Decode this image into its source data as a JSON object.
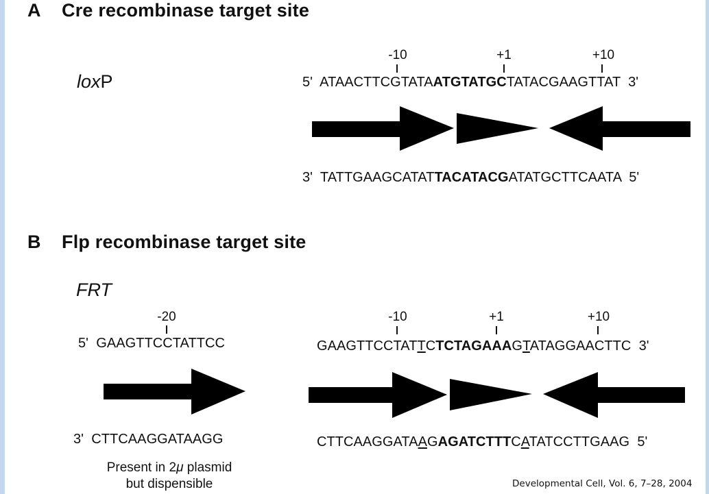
{
  "panel_a": {
    "letter": "A",
    "title": "Cre recombinase target site",
    "site_name_italic": "lox",
    "site_name_plain": "P",
    "top_strand": {
      "prime_left": "5'",
      "seg1": "ATAACTTCGTATA",
      "bold": "ATGTATGC",
      "seg2": "TATACGAAGTTAT",
      "prime_right": "3'"
    },
    "bottom_strand": {
      "prime_left": "3'",
      "seg1": "TATTGAAGCATAT",
      "bold": "TACATACG",
      "seg2": "ATATGCTTCAATA",
      "prime_right": "5'"
    },
    "position_labels": [
      "-10",
      "+1",
      "+10"
    ],
    "arrows": [
      "inverted-repeat-left",
      "spacer",
      "inverted-repeat-right"
    ]
  },
  "panel_b": {
    "letter": "B",
    "title": "Flp recombinase target site",
    "site_name": "FRT",
    "extra_element": {
      "position_label": "-20",
      "top_strand": {
        "prime_left": "5'",
        "seq": "GAAGTTCCTATTCC"
      },
      "bottom_strand": {
        "prime_left": "3'",
        "seq": "CTTCAAGGATAAGG"
      },
      "note_line1_pre": "Present in 2",
      "note_line1_mu": "μ",
      "note_line1_post": " plasmid",
      "note_line2": "but dispensible"
    },
    "core": {
      "position_labels": [
        "-10",
        "+1",
        "+10"
      ],
      "top_strand": {
        "seg1": "GAAGTTCCTAT",
        "u1": "T",
        "seg2": "C",
        "bold": "TCTAGAAA",
        "seg3": "G",
        "u2": "T",
        "seg4": "ATAGGAACTTC",
        "prime_right": "3'"
      },
      "bottom_strand": {
        "seg1": "CTTCAAGGATA",
        "u1": "A",
        "seg2": "G",
        "bold": "AGATCTTT",
        "seg3": "C",
        "u2": "A",
        "seg4": "TATCCTTGAAG",
        "prime_right": "5'"
      }
    }
  },
  "citation": "Developmental Cell, Vol. 6, 7–28, 2004",
  "colors": {
    "border": "#c3d8ee",
    "ink": "#111111",
    "background": "#ffffff"
  }
}
